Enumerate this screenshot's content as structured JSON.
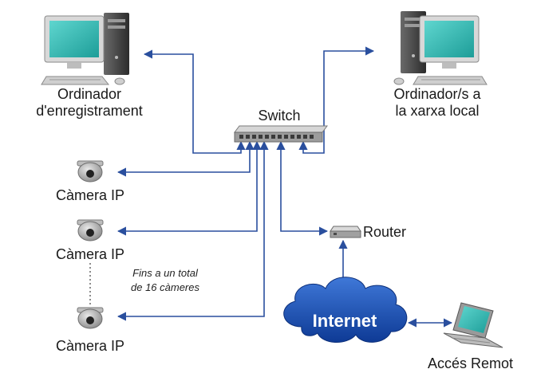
{
  "labels": {
    "recording_pc_line1": "Ordinador",
    "recording_pc_line2": "d'enregistrament",
    "lan_pc_line1": "Ordinador/s a",
    "lan_pc_line2": "la xarxa local",
    "switch": "Switch",
    "camera_1": "Càmera IP",
    "camera_2": "Càmera IP",
    "camera_3": "Càmera IP",
    "note_line1": "Fins a un total",
    "note_line2": "de 16 càmeres",
    "router": "Router",
    "internet": "Internet",
    "remote": "Accés Remot"
  },
  "colors": {
    "wire": "#2a4f9e",
    "cloud": "#1c4fb0",
    "monitor_screen": "#2fb8b0"
  }
}
